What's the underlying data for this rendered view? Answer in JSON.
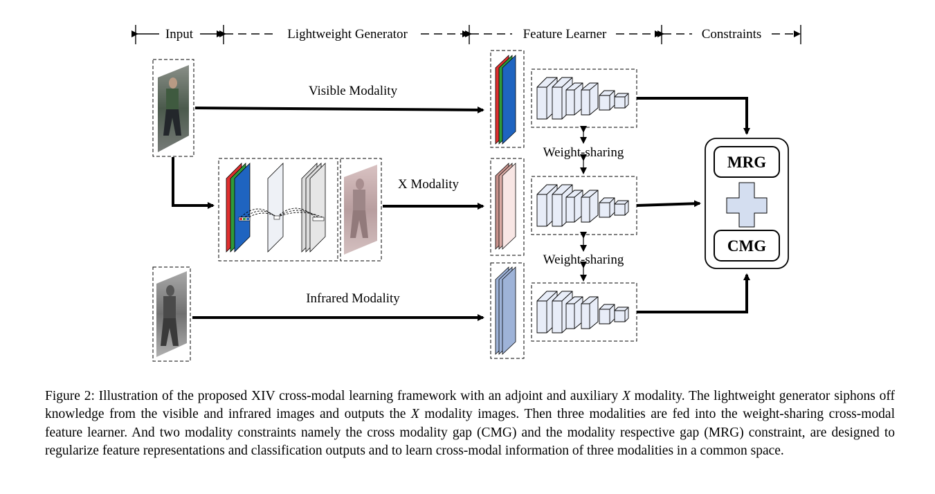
{
  "sections": {
    "input": "Input",
    "generator": "Lightweight Generator",
    "feature_learner": "Feature Learner",
    "constraints": "Constraints"
  },
  "labels": {
    "visible": "Visible Modality",
    "x": "X Modality",
    "infrared": "Infrared Modality",
    "weight_sharing": "Weight-sharing"
  },
  "constraints_box": {
    "mrg": "MRG",
    "cmg": "CMG"
  },
  "colors": {
    "red": "#e03030",
    "green": "#2f9a3c",
    "blue": "#1f64c0",
    "x_front": "#f8e6e4",
    "x_side": "#c8928c",
    "ir": "#9eb3d8",
    "cnn": "#e8edf8",
    "cross": "#d4def0"
  },
  "caption": {
    "p1": "Figure 2: Illustration of the proposed XIV cross-modal learning framework with an adjoint and auxiliary ",
    "x1": "X",
    "p2": " modality. The lightweight generator siphons off knowledge from the visible and infrared images and outputs the ",
    "x2": "X",
    "p3": " modality images. Then three modalities are fed into the weight-sharing cross-modal feature learner. And two modality constraints namely the cross modality gap (CMG) and the modality respective gap (MRG) constraint, are designed to regularize feature representations and classification outputs and to learn cross-modal information of three modalities in a common space."
  }
}
